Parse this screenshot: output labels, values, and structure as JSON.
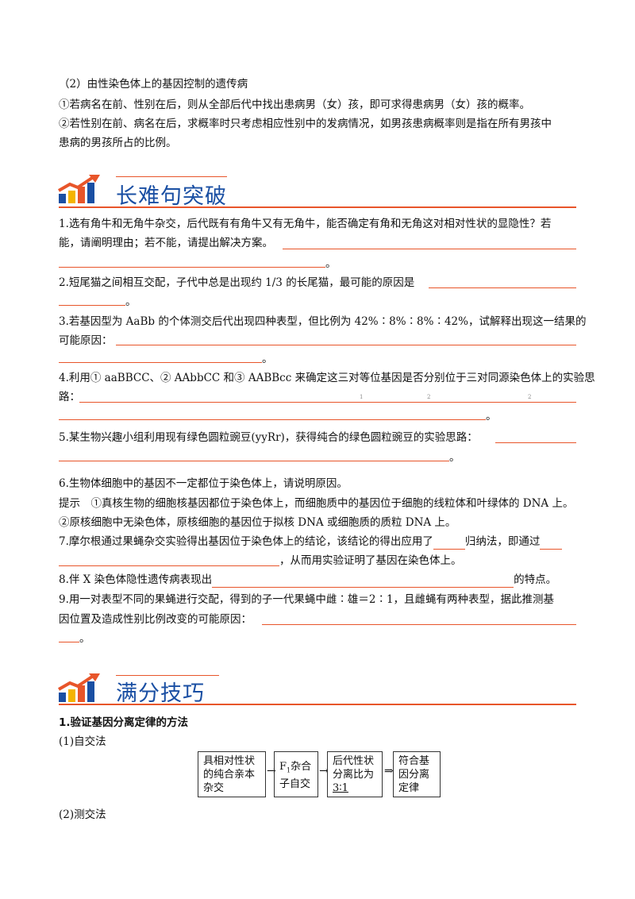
{
  "intro": {
    "heading": "（2）由性染色体上的基因控制的遗传病",
    "p1": "①若病名在前、性别在后，则从全部后代中找出患病男（女）孩，即可求得患病男（女）孩的概率。",
    "p2a": "②若性别在前、病名在后，求概率时只考虑相应性别中的发病情况，如男孩患病概率则是指在所有男孩中",
    "p2b": "患病的男孩所占的比例。"
  },
  "section1": {
    "title": "长难句突破"
  },
  "q1": {
    "a": "1.选有角牛和无角牛杂交，后代既有有角牛又有无角牛，能否确定有角和无角这对相对性状的显隐性？若",
    "b": "能，请阐明理由；若不能，请提出解决方案。",
    "end": "。"
  },
  "q2": {
    "a": "2.短尾猫之间相互交配，子代中总是出现约 1/3 的长尾猫，最可能的原因是",
    "end": "。"
  },
  "q3": {
    "a": "3.若基因型为 AaBb 的个体测交后代出现四种表型，但比例为 42%∶8%∶8%∶42%，试解释出现这一结果的",
    "b": "可能原因：",
    "end": "。"
  },
  "q4": {
    "a": "4.利用① aaBBCC、② AAbbCC 和③ AABBcc 来确定这三对等位基因是否分别位于三对同源染色体上的实验思",
    "b": "路：",
    "end": "。",
    "marks": [
      "1",
      "2",
      "2"
    ]
  },
  "q5": {
    "a": "5.某生物兴趣小组利用现有绿色圆粒豌豆(yyRr)，获得纯合的绿色圆粒豌豆的实验思路：",
    "end": "。"
  },
  "q6": {
    "a": "6.生物体细胞中的基因不一定都位于染色体上，请说明原因。",
    "b": "提示　①真核生物的细胞核基因都位于染色体上，而细胞质中的基因位于细胞的线粒体和叶绿体的 DNA 上。",
    "c": "②原核细胞中无染色体，原核细胞的基因位于拟核 DNA 或细胞质的质粒 DNA 上。"
  },
  "q7": {
    "a1": "7.摩尔根通过果蝇杂交实验得出基因位于染色体上的结论，该结论的得出应用了",
    "a2": "归纳法，即通过",
    "b": "，从而用实验证明了基因在染色体上。"
  },
  "q8": {
    "a": "8.伴 X 染色体隐性遗传病表现出",
    "b": "的特点。"
  },
  "q9": {
    "a": "9.用一对表型不同的果蝇进行交配，得到的子一代果蝇中雌∶雄＝2∶1，且雌蝇有两种表型，据此推测基",
    "b": "因位置及造成性别比例改变的可能原因：",
    "end": "。"
  },
  "section2": {
    "title": "满分技巧"
  },
  "tips": {
    "heading": "1.验证基因分离定律的方法",
    "m1": "(1)自交法",
    "m2": "(2)测交法",
    "flow": [
      {
        "l1": "具相对性状",
        "l2": "的纯合亲本",
        "l3": "杂交"
      },
      {
        "l1": "F",
        "sub": "1",
        "l1b": "杂合",
        "l2": "子自交"
      },
      {
        "l1": "后代性状",
        "l2": "分离比为",
        "l3": "3∶1"
      },
      {
        "l1": "符合基",
        "l2": "因分离",
        "l3": "定律"
      }
    ],
    "arrow": "⇒"
  },
  "colors": {
    "accent": "#e8552a",
    "title": "#1a4fa3",
    "bar1": "#1a4fa3",
    "bar2": "#f4b400",
    "bar3": "#e8552a"
  }
}
